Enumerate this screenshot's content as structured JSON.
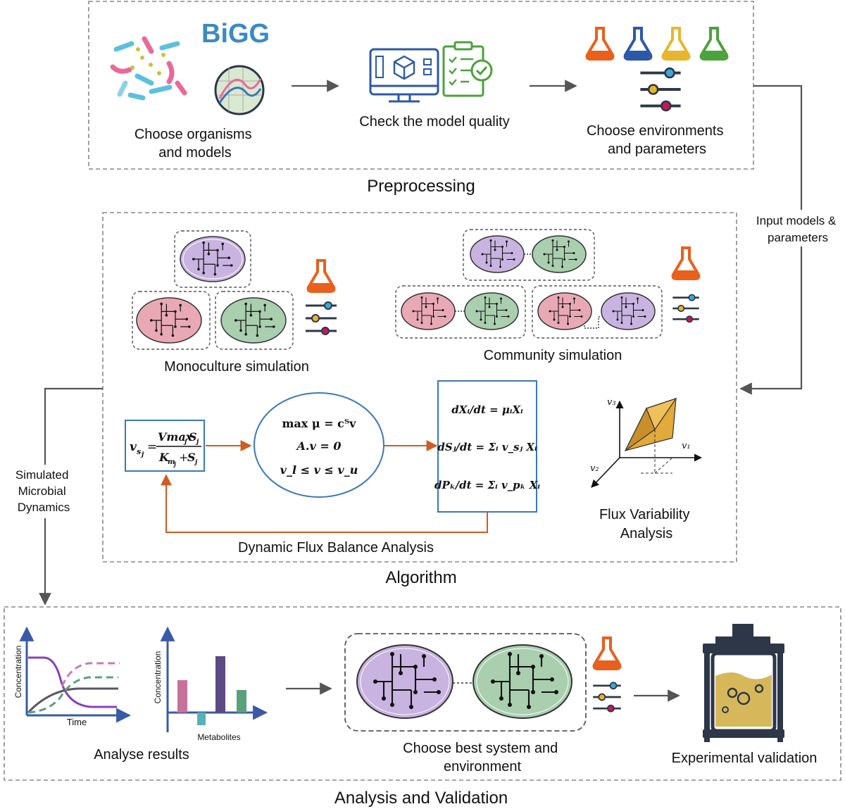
{
  "preprocessing": {
    "title": "Preprocessing",
    "bigg_logo": "BiGG",
    "step1": [
      "Choose organisms",
      "and models"
    ],
    "step2": "Check the model quality",
    "step3": [
      "Choose environments",
      "and parameters"
    ],
    "flask_colors": [
      "#e8601c",
      "#2b59a8",
      "#e8b52c",
      "#4ca23c"
    ]
  },
  "connector": {
    "input_label": [
      "Input models &",
      "parameters"
    ],
    "feedback_label": [
      "Simulated",
      "Microbial",
      "Dynamics"
    ]
  },
  "algorithm": {
    "title": "Algorithm",
    "monoculture": "Monoculture simulation",
    "community": "Community simulation",
    "dfba_label": "Dynamic Flux Balance Analysis",
    "fva_label": [
      "Flux Variability",
      "Analysis"
    ],
    "fva_axes": [
      "v₁",
      "v₂",
      "v₃"
    ],
    "michaelis": {
      "lhs": "v",
      "lhs_sub": "s",
      "lhs_subsub": "j",
      "num": "Vmax",
      "num_sub": "j",
      "num_S": "S",
      "num_S_sub": "j",
      "den": "K",
      "den_sub": "m",
      "den_subsub": "j",
      "den_S": "S",
      "den_S_sub": "j"
    },
    "lp": [
      "max μ = cᵀv",
      "A.v = 0",
      "v_l ≤ v ≤ v_u"
    ],
    "odes": [
      "dXᵢ/dt = μᵢXᵢ",
      "dSⱼ/dt = Σᵢ v_sⱼ Xᵢ",
      "dPₖ/dt = Σᵢ v_pₖ Xᵢ"
    ]
  },
  "analysis": {
    "title": "Analysis and Validation",
    "analyse": "Analyse results",
    "choose_best": [
      "Choose best system and",
      "environment"
    ],
    "experimental": "Experimental validation",
    "plot1_ylabel": "Concentration",
    "plot1_xlabel": "Time",
    "plot2_ylabel": "Concentration",
    "plot2_xlabel": "Metabolites"
  },
  "colors": {
    "purple_cell": "#c9b3e0",
    "green_cell": "#a9cfae",
    "pink_cell": "#e9a9b4",
    "accent_orange": "#cf5b22",
    "axis_blue": "#3a5aa8",
    "box_blue": "#3a78b8"
  }
}
